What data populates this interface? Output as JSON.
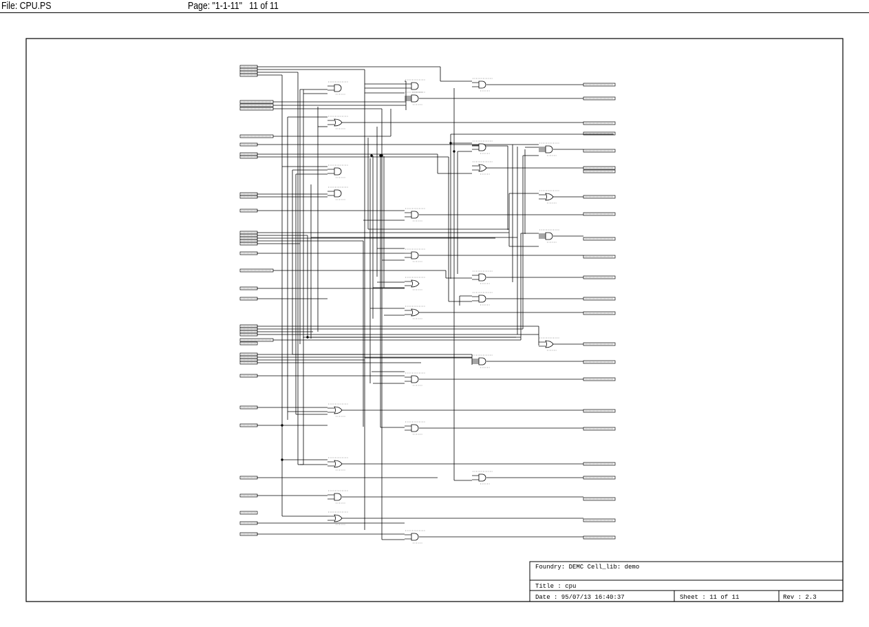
{
  "header": {
    "file_label": "File: CPU.PS",
    "page_label": "Page: \"1-1-11\"   11 of 11"
  },
  "title_block": {
    "foundry": "Foundry: DEMC    Cell_lib: demo",
    "title": "Title : cpu",
    "date": "Date   : 95/07/13  16:40:37",
    "sheet": "Sheet : 11 of 11",
    "rev": "Rev   : 2.3"
  },
  "colors": {
    "ink": "#000000",
    "paper": "#ffffff"
  }
}
